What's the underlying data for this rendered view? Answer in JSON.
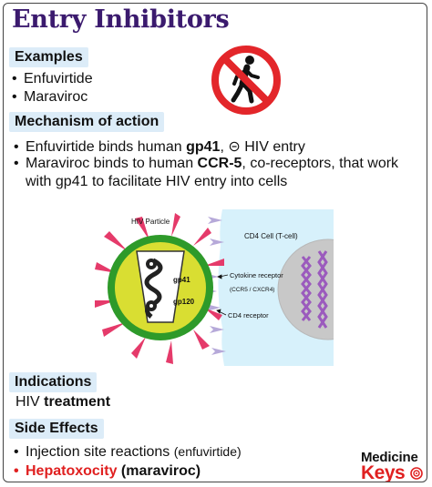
{
  "title": "Entry Inhibitors",
  "examples": {
    "label": "Examples",
    "items": [
      "Enfuvirtide",
      "Maraviroc"
    ]
  },
  "mechanism": {
    "label": "Mechanism of action",
    "line1": {
      "pre": "Enfuvirtide binds human ",
      "bold": "gp41",
      "post": ", ⊝ HIV entry"
    },
    "line2": {
      "pre": "Maraviroc binds to human ",
      "bold": "CCR-5",
      "post": ", co-receptors, that work"
    },
    "line3": "with gp41 to facilitate HIV entry into cells"
  },
  "figure": {
    "hiv_particle": "HIV Particle",
    "cd4_cell": "CD4 Cell (T-cell)",
    "gp41": "gp41",
    "gp120": "gp120",
    "cytokine_receptor": "Cytokine receptor",
    "ccr5_cxcr4": "(CCR5 / CXCR4)",
    "cd4_receptor": "CD4 receptor",
    "colors": {
      "virus_ring": "#2e9a2a",
      "virus_fill": "#d9de32",
      "spikes": "#e53a6a",
      "cell": "#d7f1fb",
      "nucleus": "#c8c8c8"
    }
  },
  "indications": {
    "label": "Indications",
    "pre": "HIV ",
    "bold": "treatment"
  },
  "side_effects": {
    "label": "Side Effects",
    "item1": {
      "main": "Injection site reactions ",
      "paren": "(enfuvirtide)"
    },
    "item2": {
      "main": "Hepatoxocity",
      "paren": " (maraviroc)"
    }
  },
  "logo": {
    "line1": "Medicine",
    "line2": "Keys"
  },
  "icons": {
    "no_entry": "no-pedestrian-icon",
    "bullet": "•"
  }
}
